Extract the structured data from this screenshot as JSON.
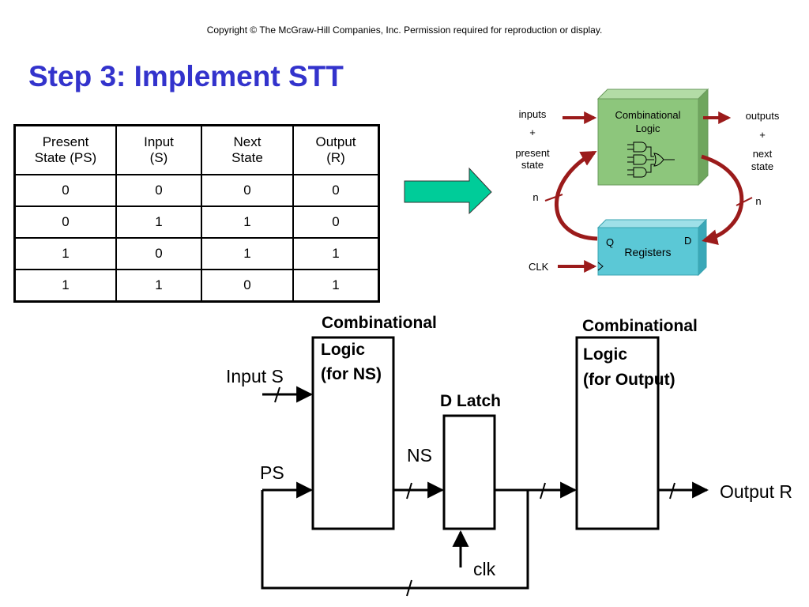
{
  "copyright": "Copyright © The McGraw-Hill Companies, Inc.  Permission required for reproduction or display.",
  "title": "Step 3: Implement STT",
  "table": {
    "headers": [
      [
        "Present",
        "State (PS)"
      ],
      [
        "Input",
        "(S)"
      ],
      [
        "Next",
        "State"
      ],
      [
        "Output",
        "(R)"
      ]
    ],
    "rows": [
      [
        "0",
        "0",
        "0",
        "0"
      ],
      [
        "0",
        "1",
        "1",
        "0"
      ],
      [
        "1",
        "0",
        "1",
        "1"
      ],
      [
        "1",
        "1",
        "0",
        "1"
      ]
    ]
  },
  "fsm_diagram": {
    "inputs_label": [
      "inputs",
      "+",
      "present",
      "state"
    ],
    "outputs_label": [
      "outputs",
      "+",
      "next",
      "state"
    ],
    "comb_logic_label": [
      "Combinational",
      "Logic"
    ],
    "registers_label": "Registers",
    "q_label": "Q",
    "d_label": "D",
    "clk_label": "CLK",
    "n_left": "n",
    "n_right": "n",
    "comb_color": "#8dc67c",
    "reg_color": "#5bc8d6",
    "arrow_color": "#9b1b1b",
    "big_arrow_color": "#00cc99"
  },
  "circuit": {
    "comb_ns_title": "Combinational",
    "comb_ns_lines": [
      "Logic",
      "(for NS)"
    ],
    "dlatch_title": "D Latch",
    "comb_out_title": "Combinational",
    "comb_out_lines": [
      "Logic",
      "(for Output)"
    ],
    "input_s": "Input S",
    "ps": "PS",
    "ns": "NS",
    "clk": "clk",
    "output_r": "Output R"
  }
}
